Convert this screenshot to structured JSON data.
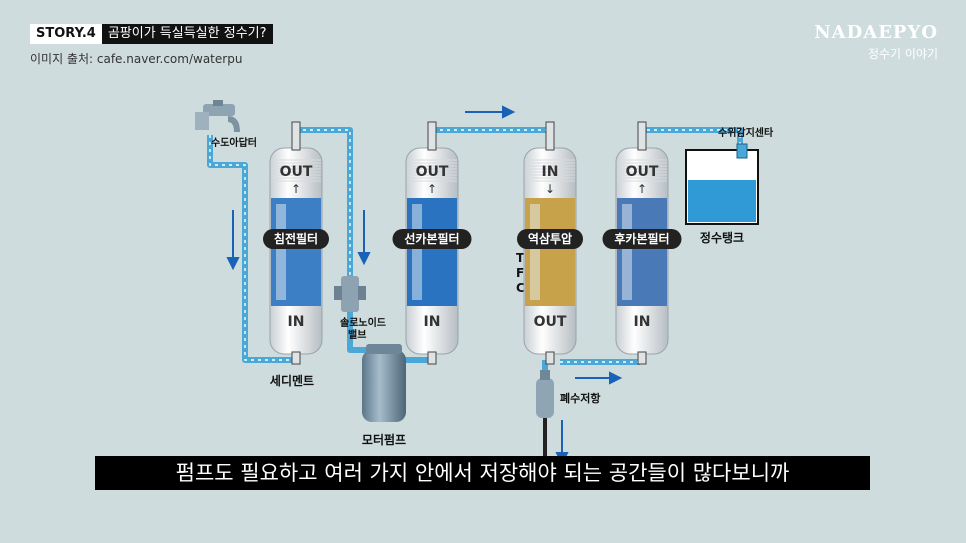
{
  "header": {
    "story_tag": "STORY.4",
    "story_title": "곰팡이가 득실득실한 정수기?",
    "credit": "이미지 출처: cafe.naver.com/waterpu"
  },
  "brand": {
    "name": "NADAEPYO",
    "subtitle": "정수기 이야기"
  },
  "diagram": {
    "faucet_label": "수도아답터",
    "sediment_label": "세디멘트",
    "solenoid_label": "솔로노이드\n밸브",
    "pump_label": "모터펌프",
    "check_valve_label": "폐수저항",
    "sensor_label": "수위감지센타",
    "tank_label": "정수탱크",
    "tfc_label": "TFC",
    "filters": [
      {
        "name": "침전필터",
        "top": "OUT",
        "bottom": "IN",
        "arrow": "↑"
      },
      {
        "name": "선카본필터",
        "top": "OUT",
        "bottom": "IN",
        "arrow": "↑"
      },
      {
        "name": "역삼투압",
        "top": "IN",
        "bottom": "OUT",
        "arrow": "↓"
      },
      {
        "name": "후카본필터",
        "top": "OUT",
        "bottom": "IN",
        "arrow": "↑"
      }
    ]
  },
  "caption": "펌프도 필요하고 여러 가지 안에서 저장해야 되는 공간들이 많다보니까",
  "colors": {
    "pipe": "#4aa8d8",
    "arrow": "#1a62b8",
    "background": "#cfdcdd",
    "tank_water": "#2f9ad6"
  }
}
